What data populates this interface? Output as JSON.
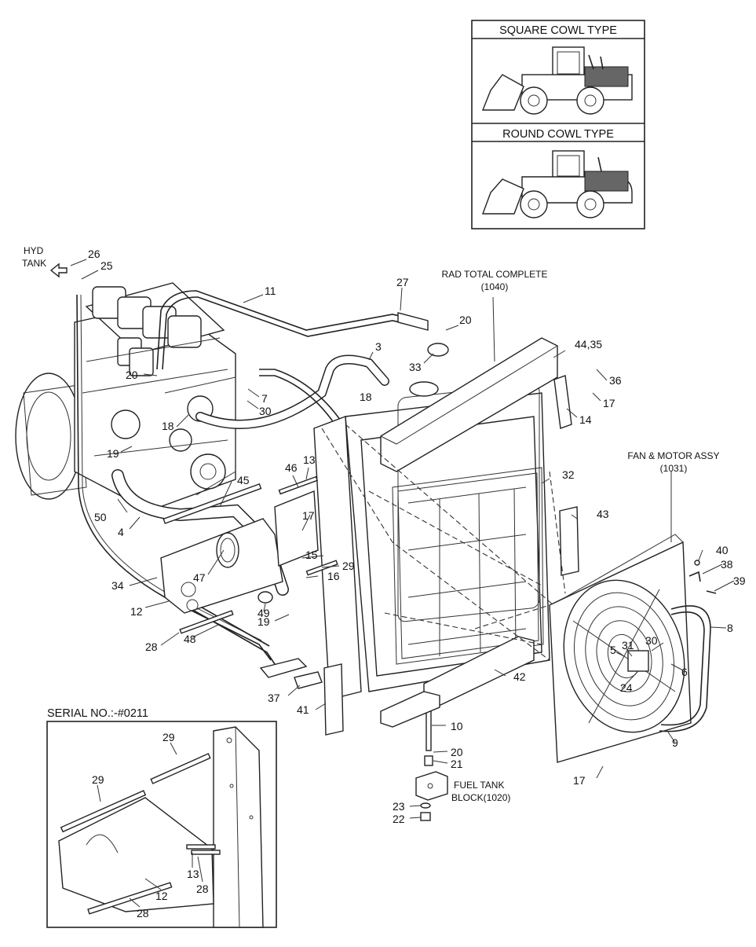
{
  "cowl_panel": {
    "square_title": "SQUARE COWL TYPE",
    "round_title": "ROUND COWL TYPE"
  },
  "notes": {
    "hyd_tank_line1": "HYD",
    "hyd_tank_line2": "TANK",
    "rad_total_line1": "RAD TOTAL COMPLETE",
    "rad_total_line2": "(1040)",
    "fan_motor_line1": "FAN & MOTOR ASSY",
    "fan_motor_line2": "(1031)",
    "fuel_tank_line1": "FUEL TANK",
    "fuel_tank_line2": "BLOCK(1020)",
    "serial_no": "SERIAL NO.:-#0211"
  },
  "callouts": {
    "c26": "26",
    "c25": "25",
    "c11": "11",
    "c27": "27",
    "c20a": "20",
    "c3": "3",
    "c44_35": "44,35",
    "c33": "33",
    "c18a": "18",
    "c20b": "20",
    "c7": "7",
    "c30a": "30",
    "c36": "36",
    "c17a": "17",
    "c14": "14",
    "c18b": "18",
    "c19a": "19",
    "c46": "46",
    "c13a": "13",
    "c45": "45",
    "c32": "32",
    "c50": "50",
    "c4": "4",
    "c17b": "17",
    "c43": "43",
    "c15": "15",
    "c29a": "29",
    "c16": "16",
    "c47": "47",
    "c34": "34",
    "c40": "40",
    "c38": "38",
    "c39": "39",
    "c12a": "12",
    "c49": "49",
    "c19b": "19",
    "c8": "8",
    "c28a": "28",
    "c48": "48",
    "c5": "5",
    "c31": "31",
    "c30b": "30",
    "c6": "6",
    "c42": "42",
    "c24": "24",
    "c37": "37",
    "c41": "41",
    "c10": "10",
    "c9": "9",
    "c20c": "20",
    "c21": "21",
    "c17c": "17",
    "c23": "23",
    "c22": "22",
    "c29b": "29",
    "c29c": "29",
    "c13b": "13",
    "c28b": "28",
    "c12b": "12",
    "c28c": "28"
  }
}
